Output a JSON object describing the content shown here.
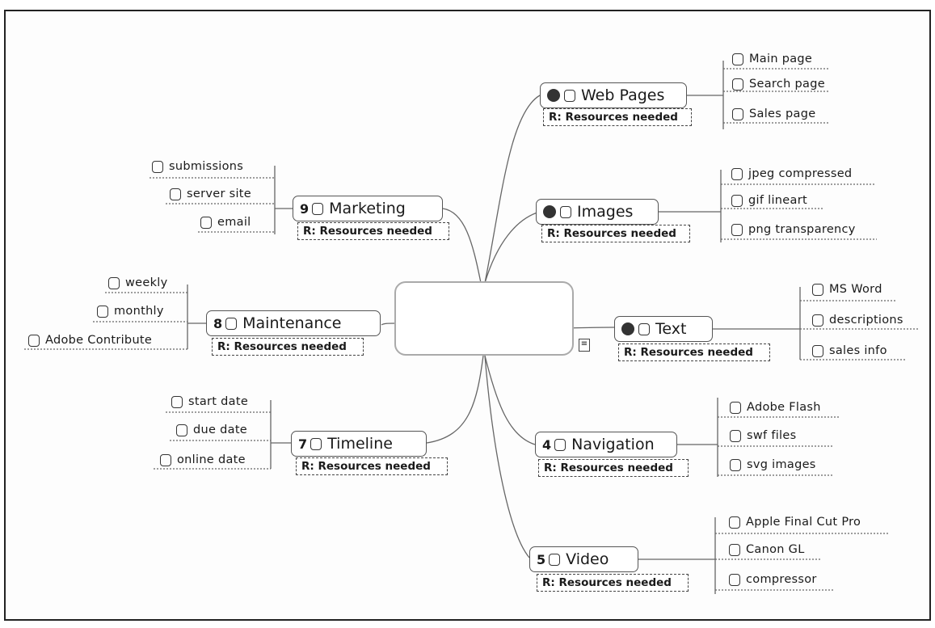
{
  "topics": {
    "web_pages": {
      "num": "",
      "label": "Web Pages",
      "resources": "R: Resources needed",
      "subs": [
        "Main page",
        "Search page",
        "Sales page"
      ]
    },
    "images": {
      "num": "",
      "label": "Images",
      "resources": "R: Resources needed",
      "subs": [
        "jpeg compressed",
        "gif lineart",
        "png transparency"
      ]
    },
    "text": {
      "num": "",
      "label": "Text",
      "resources": "R: Resources needed",
      "subs": [
        "MS Word",
        "descriptions",
        "sales info"
      ]
    },
    "navigation": {
      "num": "4",
      "label": "Navigation",
      "resources": "R: Resources needed",
      "subs": [
        "Adobe Flash",
        "swf files",
        "svg images"
      ]
    },
    "video": {
      "num": "5",
      "label": "Video",
      "resources": "R: Resources needed",
      "subs": [
        "Apple Final Cut Pro",
        "Canon GL",
        "compressor"
      ]
    },
    "marketing": {
      "num": "9",
      "label": "Marketing",
      "resources": "R: Resources needed",
      "subs": [
        "submissions",
        "server site",
        "email"
      ]
    },
    "maintenance": {
      "num": "8",
      "label": "Maintenance",
      "resources": "R: Resources needed",
      "subs": [
        "weekly",
        "monthly",
        "Adobe Contribute"
      ]
    },
    "timeline": {
      "num": "7",
      "label": "Timeline",
      "resources": "R: Resources needed",
      "subs": [
        "start date",
        "due date",
        "online date"
      ]
    }
  },
  "icons": {
    "checkbox": "checkbox-icon",
    "priority": "priority-badge-icon",
    "note": "note-icon"
  },
  "colors": {
    "line": "#555555",
    "border": "#222222"
  }
}
